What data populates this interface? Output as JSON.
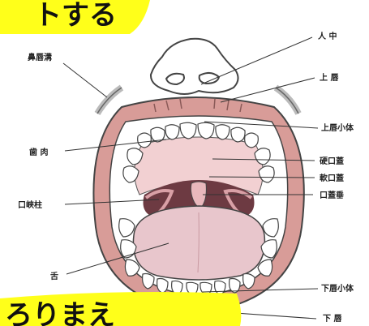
{
  "banner_top": {
    "text": "トする",
    "color": "#ffff1a"
  },
  "banner_bottom": {
    "text": "ろりまえ",
    "color": "#ffff1a"
  },
  "labels": {
    "philtrum_groove": "鼻唇溝",
    "philtrum": "人 中",
    "upper_lip": "上 唇",
    "upper_frenulum": "上唇小体",
    "gums": "歯 肉",
    "hard_palate": "硬口蓋",
    "soft_palate": "軟口蓋",
    "uvula": "口蓋垂",
    "palatine_arch": "口峡柱",
    "tongue": "舌",
    "lower_frenulum": "下唇小体",
    "lower_lip": "下 唇"
  },
  "colors": {
    "lip": "#d89c98",
    "lip_outline": "#444444",
    "palate": "#f2d0d2",
    "throat": "#6d3a42",
    "tongue": "#e8c6cc",
    "teeth": "#ffffff",
    "leader": "#333333"
  }
}
